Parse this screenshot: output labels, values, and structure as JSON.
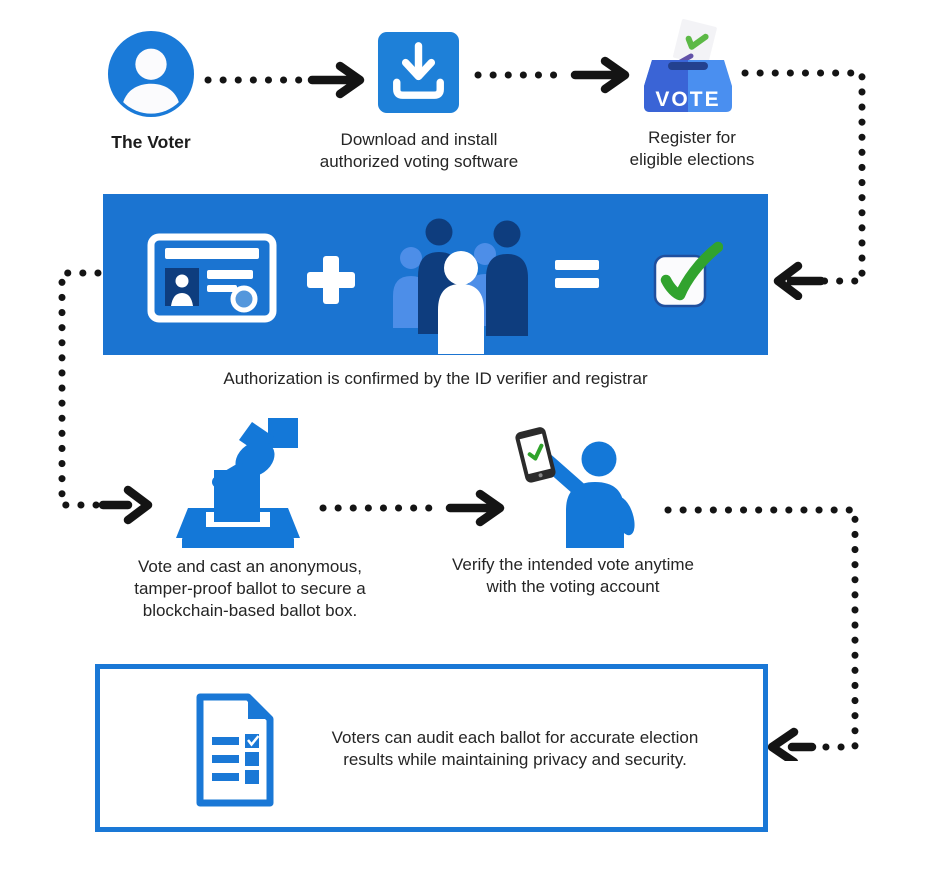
{
  "diagram": {
    "voter": {
      "label": "The Voter"
    },
    "download": {
      "caption": "Download and install\nauthorized voting software"
    },
    "register": {
      "caption": "Register for\neligible elections",
      "icon_text": "VOTE"
    },
    "banner": {
      "caption": "Authorization is confirmed by the ID verifier and registrar"
    },
    "cast": {
      "caption": "Vote and cast an anonymous,\ntamper-proof ballot to secure a\nblockchain-based ballot box."
    },
    "verify": {
      "caption": "Verify the intended vote anytime\nwith the voting account"
    },
    "audit": {
      "caption": "Voters can audit each ballot for accurate election\nresults while maintaining privacy and security."
    }
  },
  "icons": [
    "voter-avatar-icon",
    "download-icon",
    "vote-ballot-box-icon",
    "id-card-icon",
    "plus-icon",
    "people-group-icon",
    "equals-icon",
    "checkbox-check-icon",
    "cast-ballot-icon",
    "verify-phone-icon",
    "audit-document-icon"
  ],
  "colors": {
    "primary_blue": "#1a78d6",
    "banner_blue": "#1b74d1",
    "navy": "#0e3d7e",
    "light_blue": "#4d8ee8",
    "vote_box_dark": "#3a64d6",
    "vote_box_light": "#4a8ff0",
    "check_green": "#31a32e",
    "pen_purple": "#6252a8",
    "connector_black": "#141414",
    "text": "#252525"
  }
}
